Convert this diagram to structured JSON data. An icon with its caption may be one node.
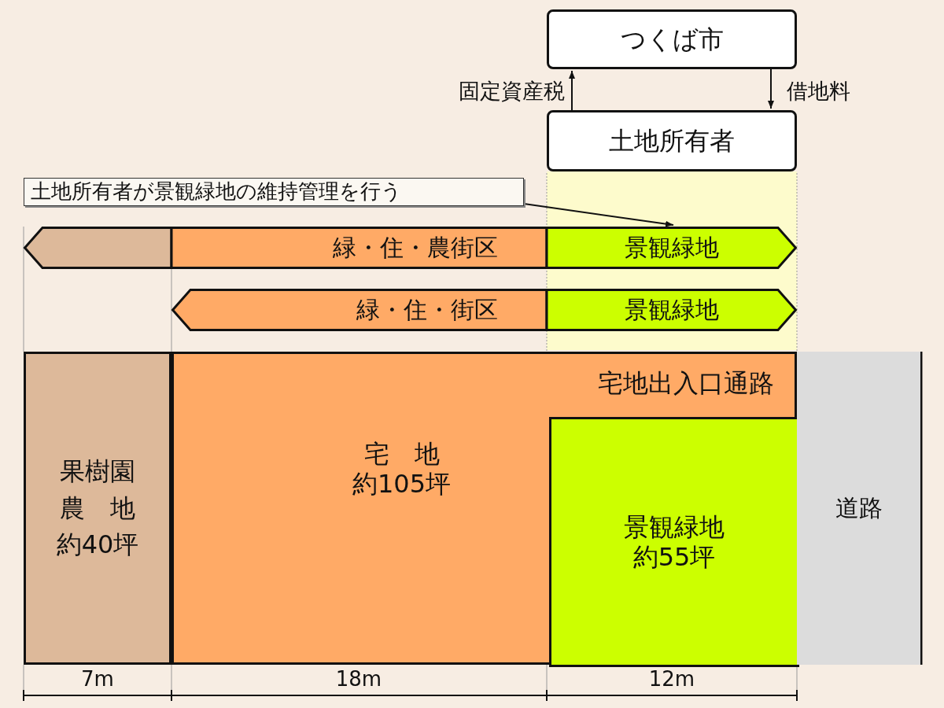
{
  "diagram": {
    "nodes": [
      {
        "text": [
          "つくば市"
        ]
      },
      {
        "text": [
          "土地所有者"
        ]
      },
      {
        "text": [
          "土地所有者が景観緑地の維持管理を行う"
        ]
      },
      {
        "text": [],
        "shape": "bar"
      },
      {
        "text": [
          "緑・住・農街区"
        ]
      },
      {
        "text": [
          "景観緑地"
        ]
      },
      {
        "text": [
          "緑・住・街区"
        ]
      },
      {
        "text": [
          "景観緑地"
        ]
      },
      {
        "text": [
          "果樹園",
          "農　地",
          "約40坪"
        ]
      },
      {
        "text": [
          "宅　地",
          "約105坪",
          "宅地出入口通路"
        ]
      },
      {
        "text": [
          "景観緑地",
          "約55坪"
        ],
        "in": 9
      },
      {
        "text": [
          "道路"
        ]
      }
    ],
    "edges": [
      {
        "from": 1,
        "to": 0,
        "arrow": "to",
        "label": "固定資産税"
      },
      {
        "from": 0,
        "to": 1,
        "arrow": "to",
        "label": "借地料"
      },
      {
        "from": 2,
        "to": 5,
        "arrow": "to"
      }
    ],
    "labels": [
      "7m",
      "18m",
      "12m"
    ]
  }
}
